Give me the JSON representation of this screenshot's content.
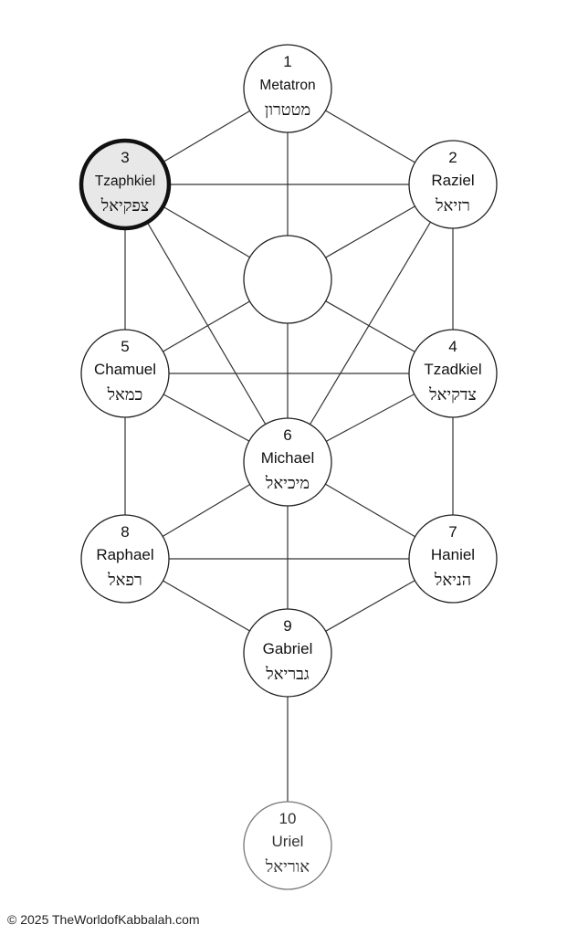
{
  "nodes": [
    {
      "id": "metatron",
      "number": "1",
      "name": "Metatron",
      "hebrew": "מטטרון"
    },
    {
      "id": "raziel",
      "number": "2",
      "name": "Raziel",
      "hebrew": "רזיאל"
    },
    {
      "id": "tzaphkiel",
      "number": "3",
      "name": "Tzaphkiel",
      "hebrew": "צפקיאל",
      "highlighted": true
    },
    {
      "id": "tzadkiel",
      "number": "4",
      "name": "Tzadkiel",
      "hebrew": "צדקיאל"
    },
    {
      "id": "chamuel",
      "number": "5",
      "name": "Chamuel",
      "hebrew": "כמאל"
    },
    {
      "id": "michael",
      "number": "6",
      "name": "Michael",
      "hebrew": "מיכיאל"
    },
    {
      "id": "haniel",
      "number": "7",
      "name": "Haniel",
      "hebrew": "הניאל"
    },
    {
      "id": "raphael",
      "number": "8",
      "name": "Raphael",
      "hebrew": "רפאל"
    },
    {
      "id": "gabriel",
      "number": "9",
      "name": "Gabriel",
      "hebrew": "גבריאל"
    },
    {
      "id": "uriel",
      "number": "10",
      "name": "Uriel",
      "hebrew": "אוריאל"
    },
    {
      "id": "daat",
      "number": "",
      "name": "",
      "hebrew": ""
    }
  ],
  "edges": [
    [
      "metatron",
      "raziel"
    ],
    [
      "metatron",
      "tzaphkiel"
    ],
    [
      "metatron",
      "daat"
    ],
    [
      "tzaphkiel",
      "raziel"
    ],
    [
      "tzaphkiel",
      "chamuel"
    ],
    [
      "tzaphkiel",
      "daat"
    ],
    [
      "tzaphkiel",
      "michael"
    ],
    [
      "raziel",
      "tzadkiel"
    ],
    [
      "raziel",
      "daat"
    ],
    [
      "raziel",
      "michael"
    ],
    [
      "daat",
      "chamuel"
    ],
    [
      "daat",
      "tzadkiel"
    ],
    [
      "daat",
      "michael"
    ],
    [
      "chamuel",
      "tzadkiel"
    ],
    [
      "chamuel",
      "michael"
    ],
    [
      "chamuel",
      "raphael"
    ],
    [
      "tzadkiel",
      "michael"
    ],
    [
      "tzadkiel",
      "haniel"
    ],
    [
      "michael",
      "raphael"
    ],
    [
      "michael",
      "haniel"
    ],
    [
      "michael",
      "gabriel"
    ],
    [
      "raphael",
      "haniel"
    ],
    [
      "raphael",
      "gabriel"
    ],
    [
      "haniel",
      "gabriel"
    ],
    [
      "gabriel",
      "uriel"
    ]
  ],
  "footer": {
    "copyright": "© 2025 TheWorldofKabbalah.com"
  }
}
